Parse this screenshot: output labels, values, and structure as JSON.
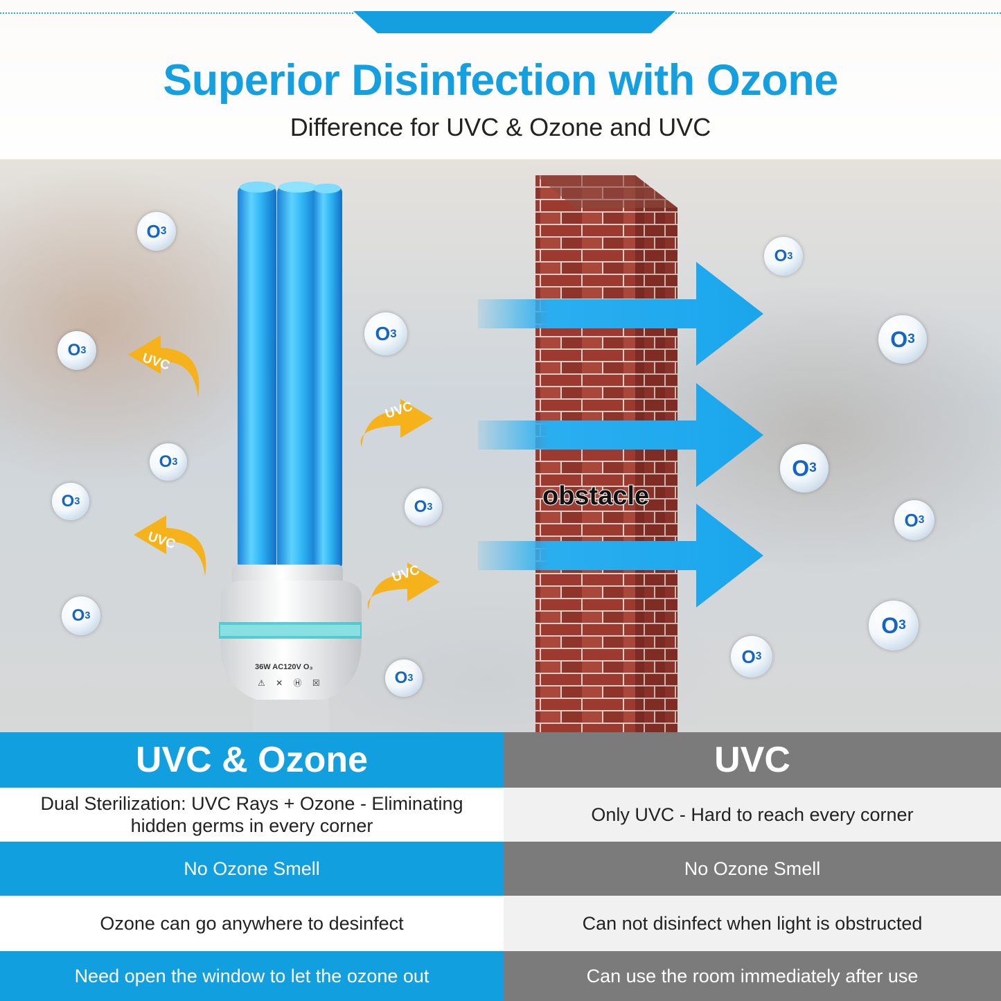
{
  "header": {
    "title": "Superior Disinfection with Ozone",
    "subtitle": "Difference for UVC & Ozone and UVC"
  },
  "scene": {
    "ozone_symbol": "O",
    "ozone_subscript": "3",
    "uvc_arrow_label": "UVC",
    "obstacle_label": "obstacle",
    "bulb_label": "36W  AC120V O₃",
    "bulb_icons": "⚠ ✕ Ⓗ ☒",
    "colors": {
      "brand_blue": "#129fe0",
      "grey": "#7b7b7b",
      "uvc_arrow": "#f5b21b",
      "ozone_arrow": "#1aa6ec",
      "brick": "#9c3a30"
    }
  },
  "comparison": {
    "left_header": "UVC & Ozone",
    "right_header": "UVC",
    "rows": [
      {
        "left": "Dual Sterilization: UVC Rays + Ozone - Eliminating hidden germs in every corner",
        "right": "Only UVC - Hard to reach every corner"
      },
      {
        "left": "No Ozone Smell",
        "right": "No Ozone Smell"
      },
      {
        "left": "Ozone can go anywhere to desinfect",
        "right": "Can not disinfect when light is obstructed"
      },
      {
        "left": "Need open the window to let the ozone out",
        "right": "Can use the room immediately after use"
      }
    ]
  }
}
